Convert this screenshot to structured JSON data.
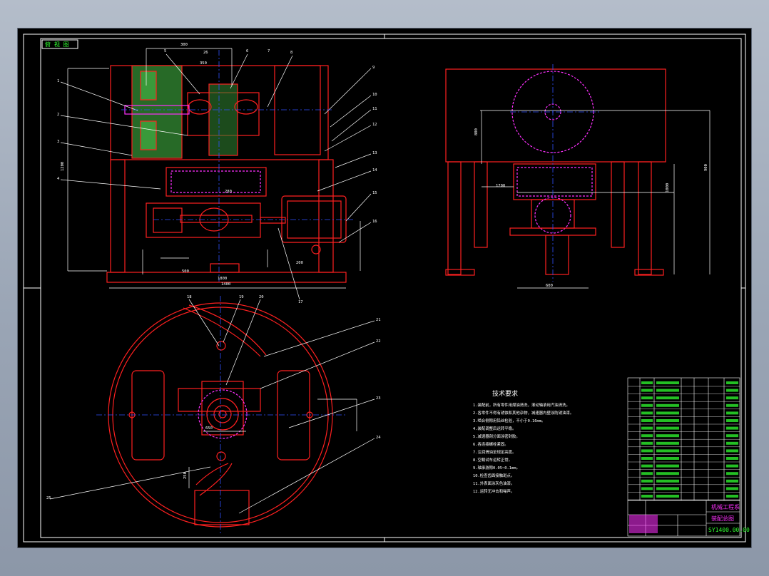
{
  "drawing": {
    "colors": {
      "background": "#000000",
      "frame": "#ffffff",
      "part": "#ff2020",
      "dimension": "#ffffff",
      "centerline": "#3050ff",
      "hidden": "#ff30ff",
      "text": "#ffffff",
      "title_text": "#30ff30"
    },
    "section_label": "俯 视 图",
    "tech_requirements": {
      "title": "技术要求",
      "lines": [
        "1.装配前，所有零件用煤油清洗，滚动轴承用汽油清洗。",
        "2.各零件不得有锈蚀和其他杂物，减速器内壁涂防锈油漆。",
        "3.啮合侧隙用铅丝检验，不小于0.16mm。",
        "4.装配调整后运转平稳。",
        "5.减速器剖分面涂密封胶。",
        "6.各连接螺栓紧固。",
        "7.注润滑油至规定高度。",
        "8.空载试车运转正常。",
        "9.轴承游隙0.05~0.1mm。",
        "10.检查齿面接触斑点。",
        "11.外表面涂灰色油漆。",
        "12.运转无冲击和噪声。"
      ]
    },
    "title_block": {
      "school": "机械工程系",
      "drawing_name": "装配总图",
      "drawing_number": "SY1400.00.00"
    },
    "balloons": [
      "1",
      "2",
      "3",
      "4",
      "5",
      "6",
      "7",
      "8",
      "9",
      "10",
      "11",
      "12",
      "13",
      "14",
      "15",
      "16",
      "17",
      "18",
      "19",
      "20",
      "21",
      "22",
      "23",
      "24",
      "25",
      "26"
    ],
    "dimensions": [
      "300",
      "350",
      "280",
      "1200",
      "1400",
      "1800",
      "200",
      "500",
      "600",
      "800",
      "900",
      "1000",
      "1700",
      "650",
      "250"
    ]
  }
}
